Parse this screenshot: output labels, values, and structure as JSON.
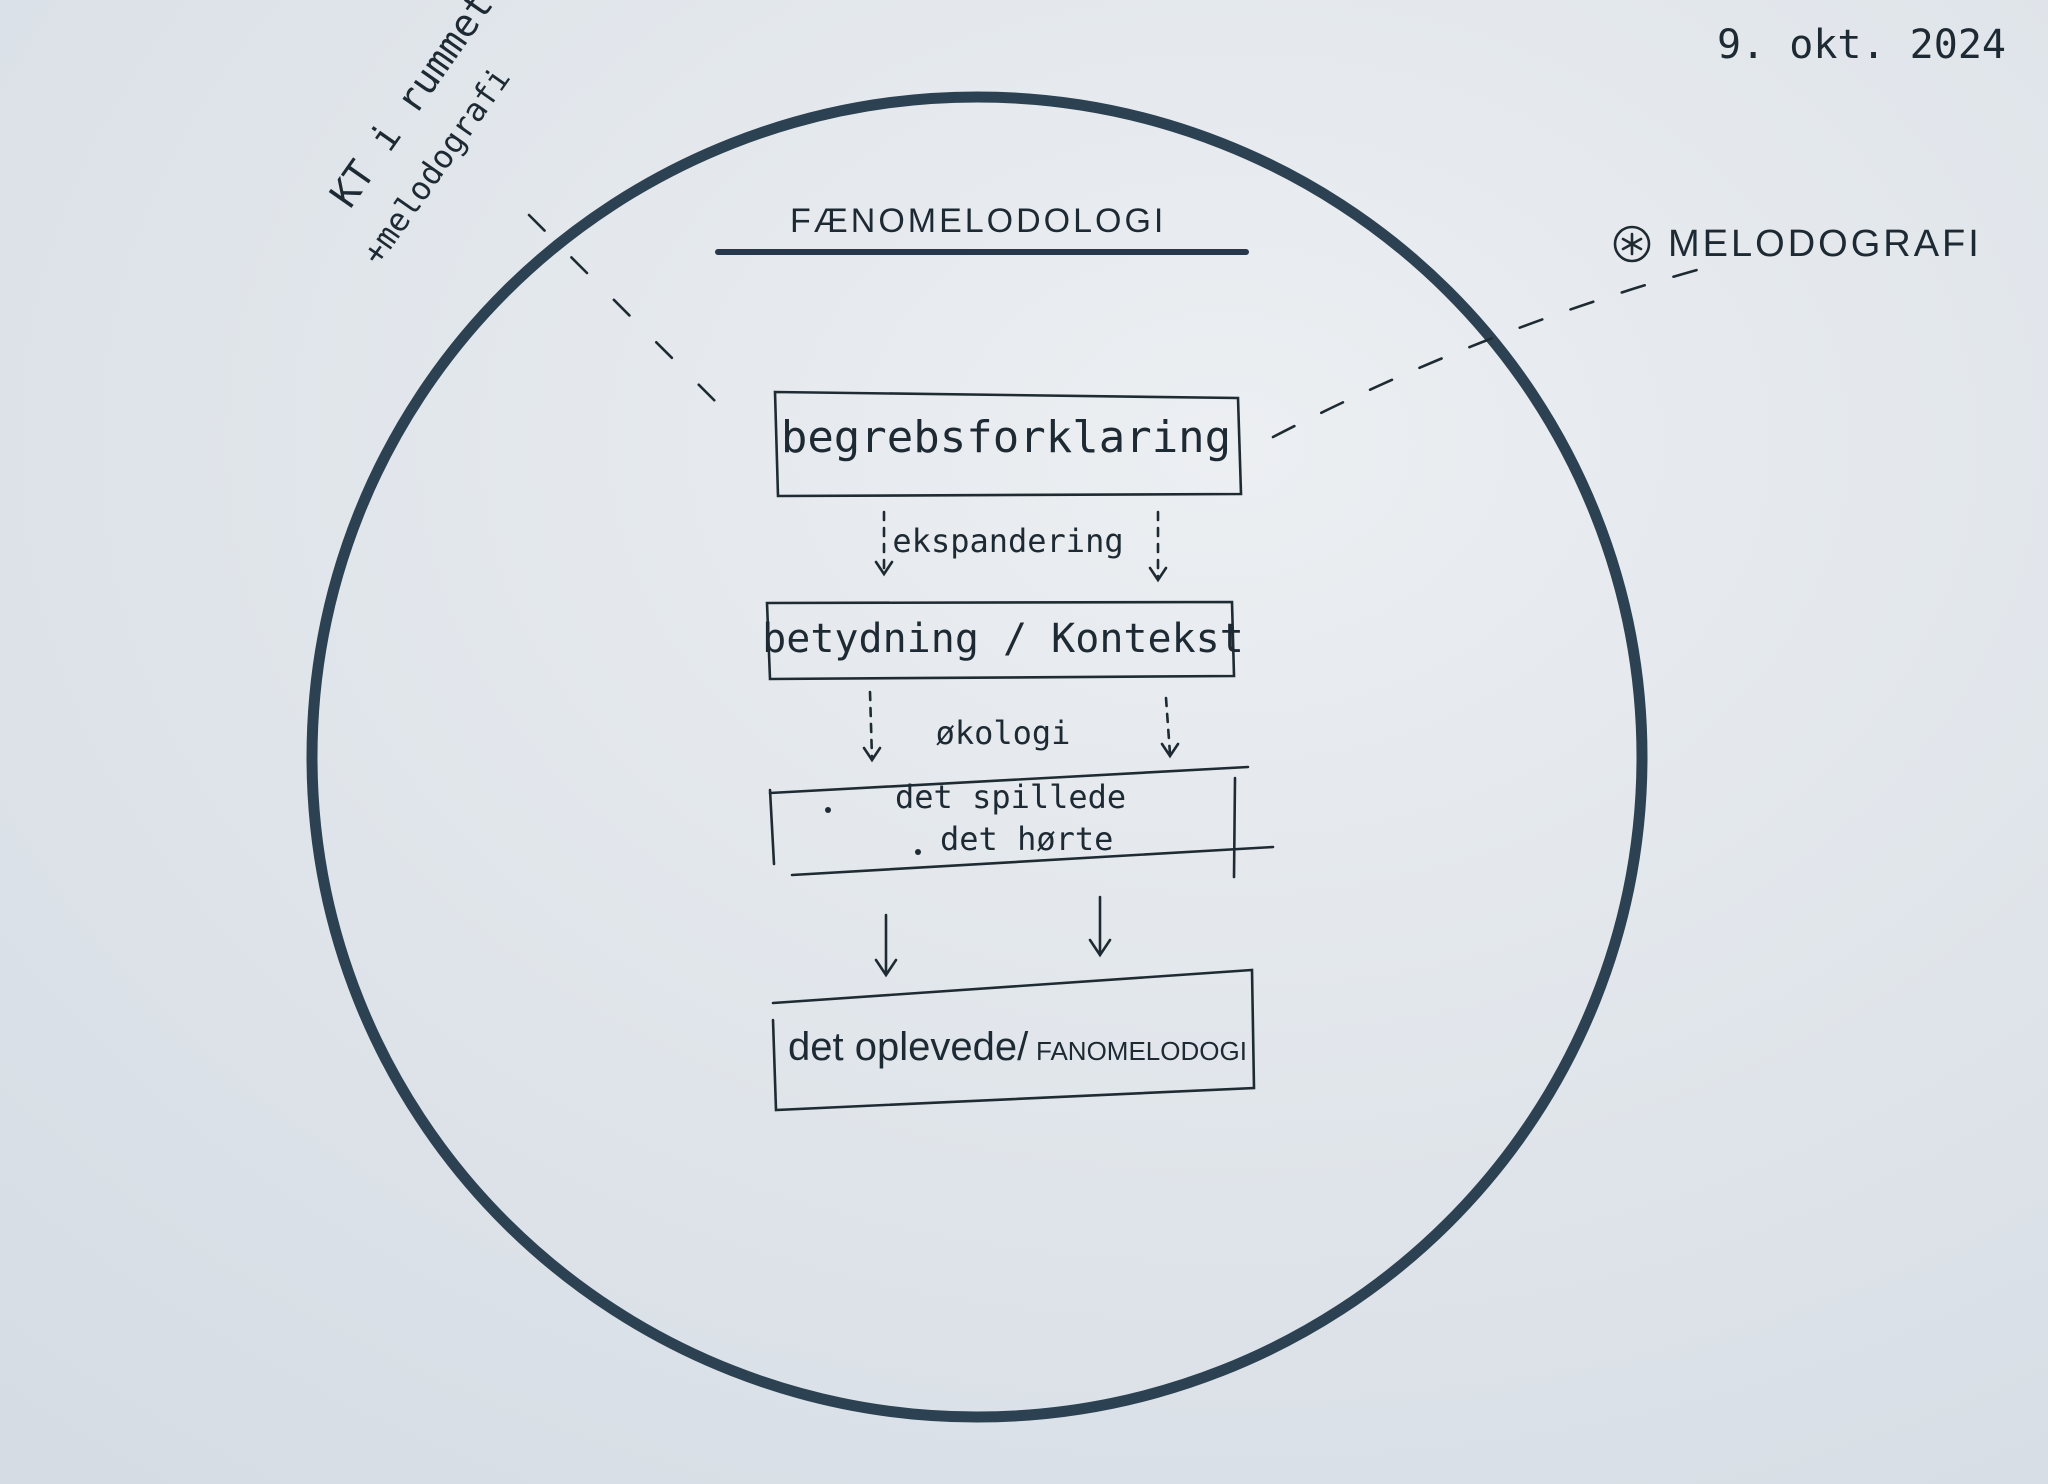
{
  "date": "9. okt. 2024",
  "title": "FÆNOMELODOLOGI",
  "left_note": {
    "line1": "KT i rummet",
    "line2": "+melodografi"
  },
  "right_note": {
    "symbol": "⊛",
    "label": "MELODOGRAFI"
  },
  "flow": {
    "box1": "begrebsforklaring",
    "step1": "ekspandering",
    "box2": "betydning / Kontekst",
    "step2": "økologi",
    "box3_items": [
      "det spillede",
      "det hørte"
    ],
    "box4_main": "det oplevede/",
    "box4_sub": "FANOMELODOGI"
  },
  "colors": {
    "paper": "#dfe4ea",
    "ink": "#1f2b33",
    "circle": "#2c4152"
  }
}
